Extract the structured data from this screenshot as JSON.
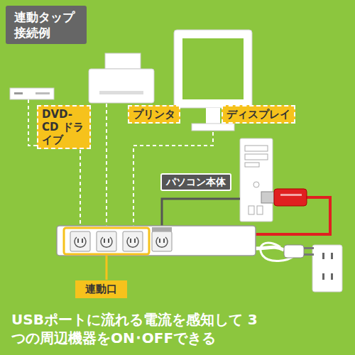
{
  "diagram": {
    "title": "連動タップ 接続例",
    "caption": "USBポートに流れる電流を感知して 3つの周辺機器をON･OFFできる",
    "nodes": [
      {
        "text": [
          "DVD-CD ドライブ"
        ]
      },
      {
        "text": [
          "プリンタ"
        ]
      },
      {
        "text": [
          "ディスプレイ"
        ]
      },
      {
        "text": [
          "パソコン本体"
        ]
      },
      {
        "text": [
          "連動口"
        ]
      }
    ]
  }
}
